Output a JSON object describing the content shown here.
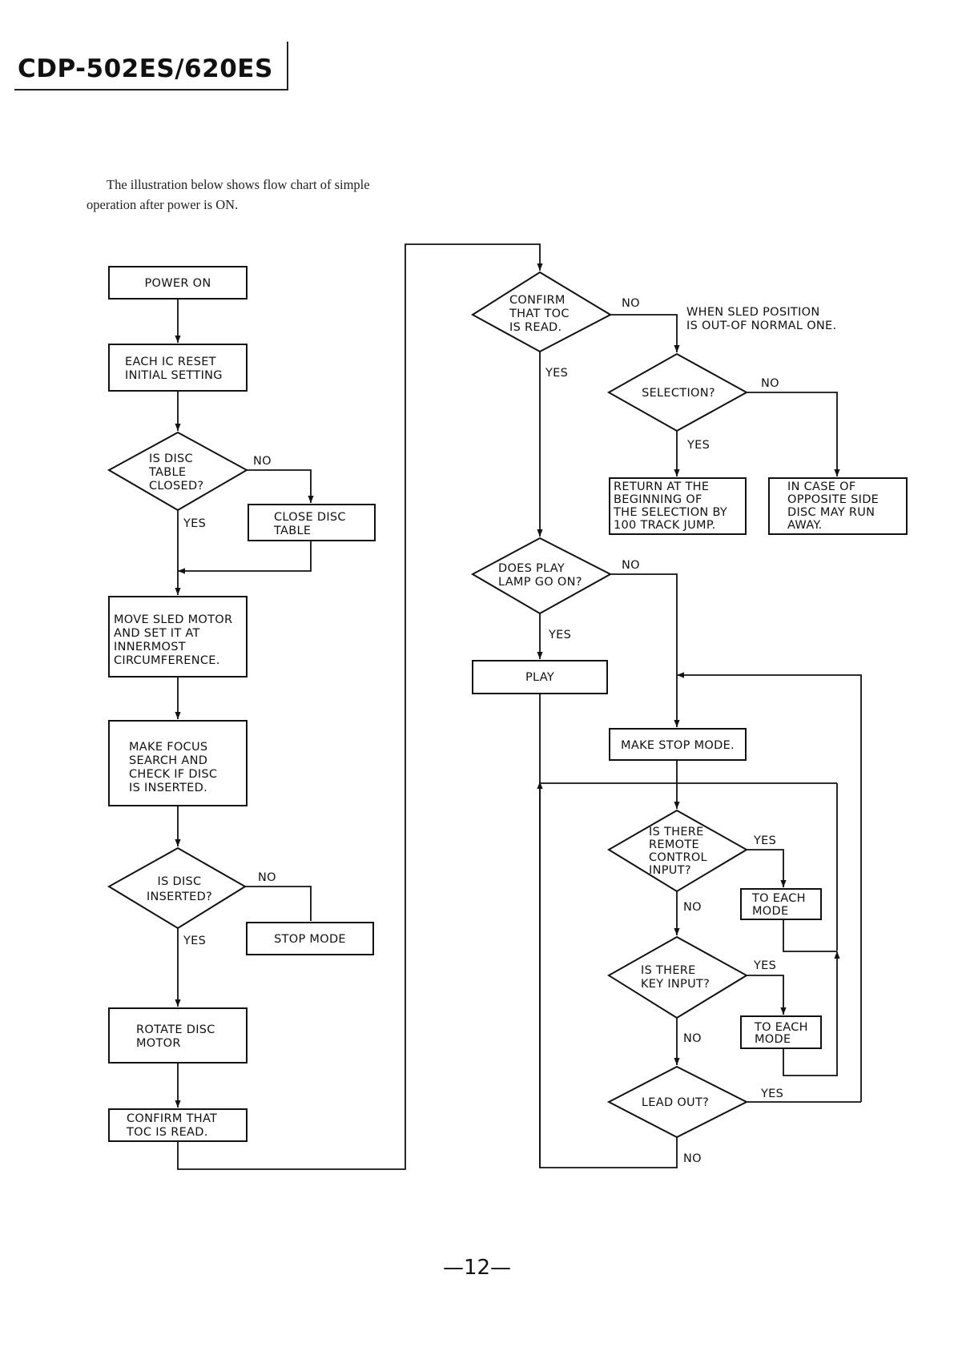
{
  "header": {
    "model": "CDP-502ES/620ES"
  },
  "intro": {
    "line1": "The illustration below shows flow chart of simple",
    "line2": "operation after power is ON."
  },
  "flow": {
    "power_on": [
      "POWER ON"
    ],
    "ic_reset": [
      "EACH IC RESET",
      "INITIAL SETTING"
    ],
    "disc_table_closed": [
      "IS DISC",
      "TABLE",
      "CLOSED?"
    ],
    "close_disc_table": [
      "CLOSE DISC",
      "TABLE"
    ],
    "move_sled": [
      "MOVE SLED MOTOR",
      "AND SET IT AT",
      "INNERMOST",
      "CIRCUMFERENCE."
    ],
    "focus_search": [
      "MAKE FOCUS",
      "SEARCH AND",
      "CHECK IF DISC",
      "IS INSERTED."
    ],
    "disc_inserted": [
      "IS DISC",
      "INSERTED?"
    ],
    "stop_mode": [
      "STOP MODE"
    ],
    "rotate_disc": [
      "ROTATE DISC",
      "MOTOR"
    ],
    "confirm_toc_box": [
      "CONFIRM THAT",
      "TOC IS READ."
    ],
    "confirm_toc_decision": [
      "CONFIRM",
      "THAT TOC",
      "IS READ."
    ],
    "sled_note": [
      "WHEN SLED POSITION",
      "IS OUT-OF NORMAL ONE."
    ],
    "selection": [
      "SELECTION?"
    ],
    "return_beginning": [
      "RETURN AT THE",
      "BEGINNING OF",
      "THE SELECTION BY",
      "100 TRACK JUMP."
    ],
    "opposite_side": [
      "IN CASE OF",
      "OPPOSITE SIDE",
      "DISC MAY RUN",
      "AWAY."
    ],
    "play_lamp": [
      "DOES PLAY",
      "LAMP GO ON?"
    ],
    "play": [
      "PLAY"
    ],
    "make_stop": [
      "MAKE STOP MODE."
    ],
    "remote_input": [
      "IS THERE",
      "REMOTE",
      "CONTROL",
      "INPUT?"
    ],
    "to_each_mode_1": [
      "TO EACH",
      "MODE"
    ],
    "key_input": [
      "IS THERE",
      "KEY INPUT?"
    ],
    "to_each_mode_2": [
      "TO EACH",
      "MODE"
    ],
    "lead_out": [
      "LEAD OUT?"
    ]
  },
  "labels": {
    "yes": "YES",
    "no": "NO"
  },
  "footer": {
    "page_number": "—12—"
  }
}
